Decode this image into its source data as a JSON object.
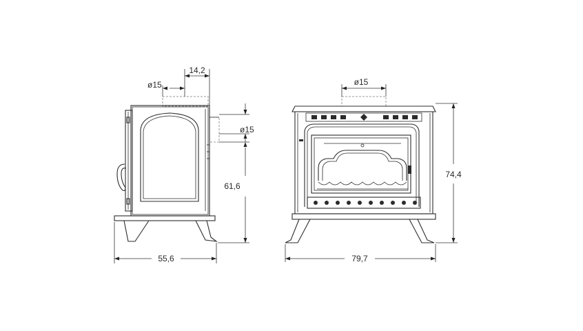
{
  "dimensions": {
    "side_width": "55,6",
    "side_height": "61,6",
    "side_flue_diameter_top": "ø15",
    "side_flue_offset": "14,2",
    "side_flue_diameter_rear": "ø15",
    "front_width": "79,7",
    "front_height": "74,4",
    "front_flue_diameter": "ø15"
  }
}
